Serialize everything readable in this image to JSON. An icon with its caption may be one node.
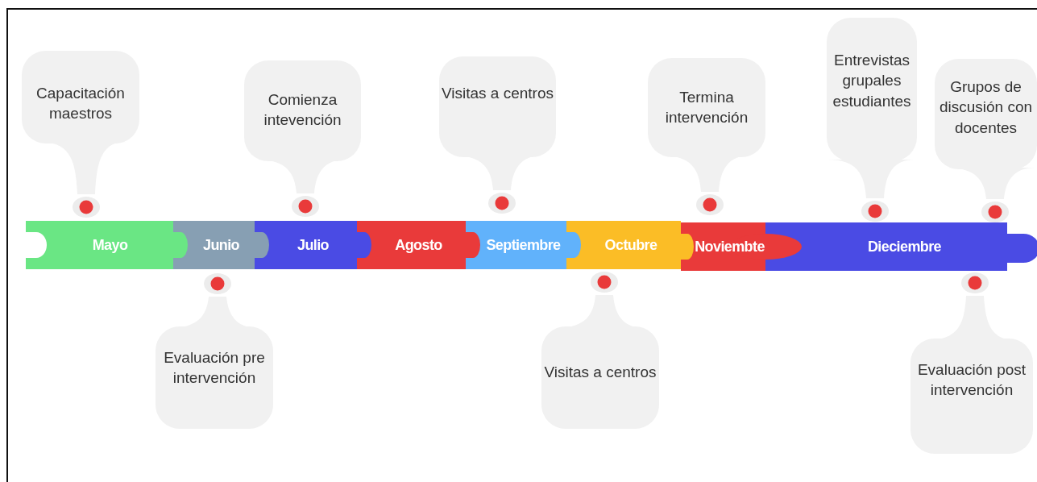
{
  "diagram": {
    "nodes": [
      {
        "text": [
          "Mayo"
        ]
      },
      {
        "text": [
          "Junio"
        ]
      },
      {
        "text": [
          "Julio"
        ]
      },
      {
        "text": [
          "Agosto"
        ]
      },
      {
        "text": [
          "Septiembre"
        ]
      },
      {
        "text": [
          "Octubre"
        ]
      },
      {
        "text": [
          "Noviembte"
        ]
      },
      {
        "text": [
          "Dieciembre"
        ]
      },
      {
        "text": [
          "Capacitación maestros"
        ]
      },
      {
        "text": [
          "Evaluación pre intervención"
        ]
      },
      {
        "text": [
          "Comienza intevención"
        ]
      },
      {
        "text": [
          "Visitas a centros"
        ]
      },
      {
        "text": [
          "Visitas a centros"
        ]
      },
      {
        "text": [
          "Termina intervención"
        ]
      },
      {
        "text": [
          "Entrevistas grupales estudiantes"
        ]
      },
      {
        "text": [
          "Grupos de discusión con docentes"
        ]
      },
      {
        "text": [
          "Evaluación post intervención"
        ]
      }
    ]
  }
}
